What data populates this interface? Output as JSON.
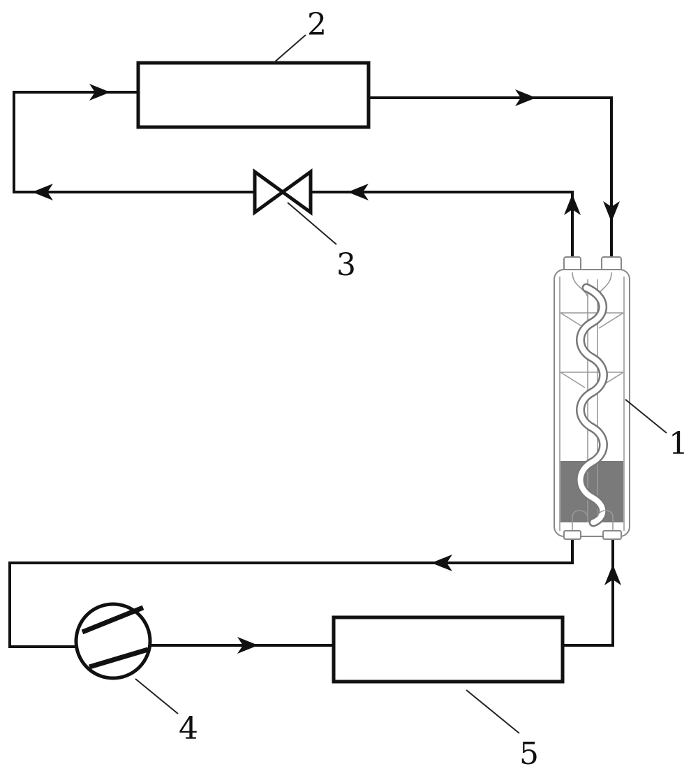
{
  "diagram": {
    "components": [
      {
        "id": "1",
        "label": "1"
      },
      {
        "id": "2",
        "label": "2"
      },
      {
        "id": "3",
        "label": "3"
      },
      {
        "id": "4",
        "label": "4"
      },
      {
        "id": "5",
        "label": "5"
      }
    ],
    "colors": {
      "line": "#111111",
      "liquid": "#7a7a7a",
      "hx_outline": "#888888"
    }
  }
}
